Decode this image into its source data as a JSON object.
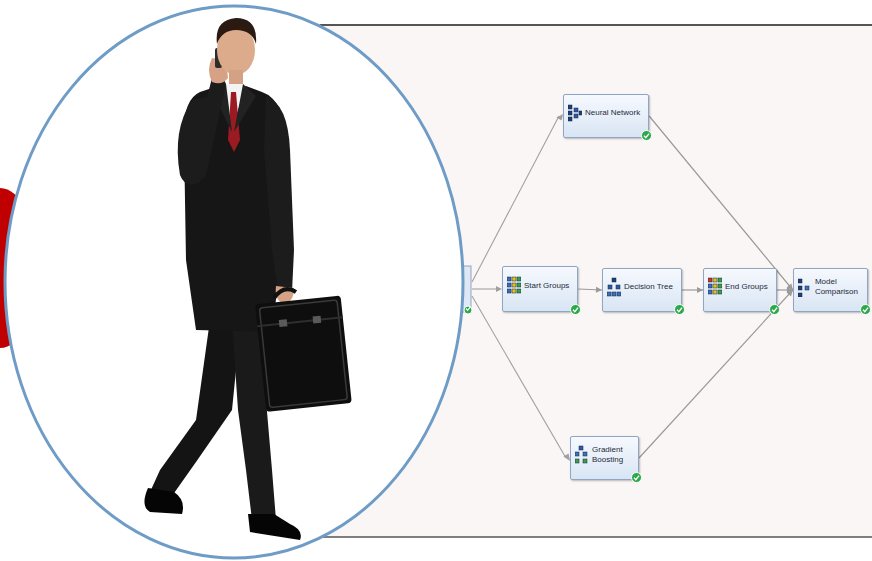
{
  "diagram": {
    "nodes": [
      {
        "text": [
          "Neural Network"
        ]
      },
      {
        "text": [
          "Start Groups"
        ]
      },
      {
        "text": [
          "Decision Tree"
        ]
      },
      {
        "text": [
          "End Groups"
        ]
      },
      {
        "text": [
          "Model Comparison"
        ]
      },
      {
        "text": [
          "Gradient Boosting"
        ]
      }
    ],
    "edges": [
      {
        "from": 1,
        "to": 2,
        "arrow": "to"
      },
      {
        "from": 2,
        "to": 3,
        "arrow": "to"
      },
      {
        "from": 3,
        "to": 4,
        "arrow": "to"
      },
      {
        "from": 0,
        "to": 4,
        "arrow": "to"
      },
      {
        "from": 5,
        "to": 4,
        "arrow": "to"
      }
    ]
  }
}
